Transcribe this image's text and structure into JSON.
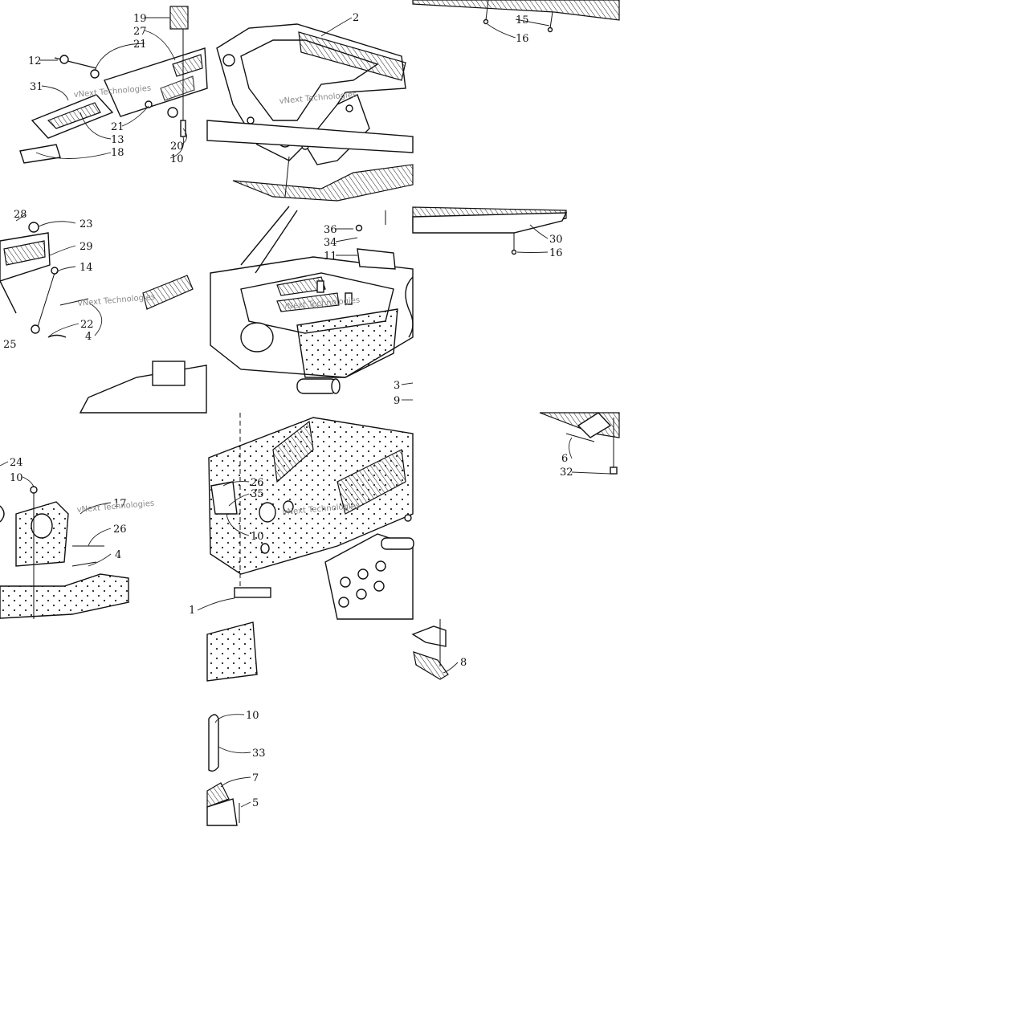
{
  "watermark": "vNext Technologies",
  "callouts": [
    {
      "id": "c19a",
      "label": "19"
    },
    {
      "id": "c27",
      "label": "27"
    },
    {
      "id": "c21a",
      "label": "21"
    },
    {
      "id": "c12",
      "label": "12"
    },
    {
      "id": "c31",
      "label": "31"
    },
    {
      "id": "c21b",
      "label": "21"
    },
    {
      "id": "c13",
      "label": "13"
    },
    {
      "id": "c20",
      "label": "20"
    },
    {
      "id": "c18",
      "label": "18"
    },
    {
      "id": "c10a",
      "label": "10"
    },
    {
      "id": "c2",
      "label": "2"
    },
    {
      "id": "c15",
      "label": "15"
    },
    {
      "id": "c16a",
      "label": "16"
    },
    {
      "id": "c28",
      "label": "28"
    },
    {
      "id": "c23",
      "label": "23"
    },
    {
      "id": "c29",
      "label": "29"
    },
    {
      "id": "c14",
      "label": "14"
    },
    {
      "id": "c22",
      "label": "22"
    },
    {
      "id": "c4a",
      "label": "4"
    },
    {
      "id": "c25",
      "label": "25"
    },
    {
      "id": "c36",
      "label": "36"
    },
    {
      "id": "c34",
      "label": "34"
    },
    {
      "id": "c11",
      "label": "11"
    },
    {
      "id": "c30",
      "label": "30"
    },
    {
      "id": "c16b",
      "label": "16"
    },
    {
      "id": "c3",
      "label": "3"
    },
    {
      "id": "c9",
      "label": "9"
    },
    {
      "id": "c24",
      "label": "24"
    },
    {
      "id": "c10b",
      "label": "10"
    },
    {
      "id": "c17",
      "label": "17"
    },
    {
      "id": "c26a",
      "label": "26"
    },
    {
      "id": "c4b",
      "label": "4"
    },
    {
      "id": "c26b",
      "label": "26"
    },
    {
      "id": "c35",
      "label": "35"
    },
    {
      "id": "c10c",
      "label": "10"
    },
    {
      "id": "c6",
      "label": "6"
    },
    {
      "id": "c32",
      "label": "32"
    },
    {
      "id": "c1",
      "label": "1"
    },
    {
      "id": "c8",
      "label": "8"
    },
    {
      "id": "c10d",
      "label": "10"
    },
    {
      "id": "c33",
      "label": "33"
    },
    {
      "id": "c7",
      "label": "7"
    },
    {
      "id": "c5",
      "label": "5"
    }
  ]
}
